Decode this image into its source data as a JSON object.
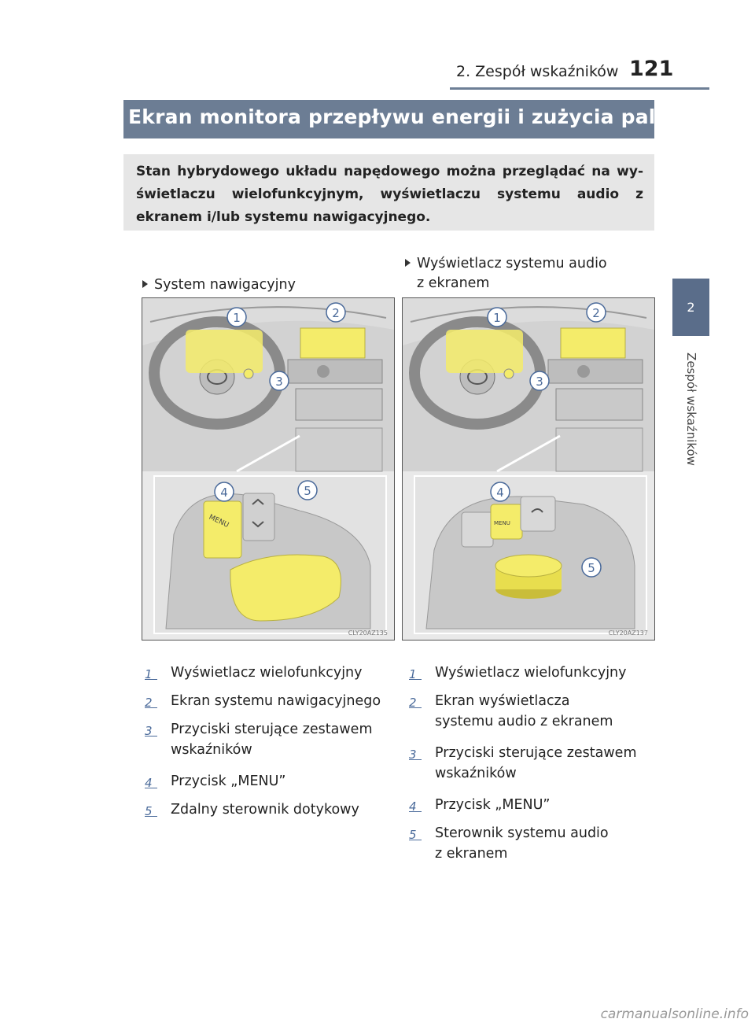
{
  "header": {
    "section": "2. Zespół wskaźników",
    "page_number": "121"
  },
  "side_tab": {
    "number": "2",
    "label": "Zespół wskaźników"
  },
  "title": "Ekran monitora przepływu energii i zużycia paliwa",
  "intro": "Stan hybrydowego układu napędowego można przeglądać na wy- świetlaczu wielofunkcyjnym, wyświetlaczu systemu audio z ekranem i/lub systemu nawigacyjnego.",
  "left": {
    "heading": "System nawigacyjny",
    "image_code": "CLY20AZ135",
    "items": [
      {
        "num": "1",
        "text": "Wyświetlacz wielofunkcyjny"
      },
      {
        "num": "2",
        "text": "Ekran systemu nawigacyjnego"
      },
      {
        "num": "3",
        "text": "Przyciski sterujące zestawem wskaźników"
      },
      {
        "num": "4",
        "text": "Przycisk „MENU”"
      },
      {
        "num": "5",
        "text": "Zdalny sterownik dotykowy"
      }
    ]
  },
  "right": {
    "heading_line1": "Wyświetlacz systemu audio",
    "heading_line2": "z ekranem",
    "image_code": "CLY20AZ137",
    "items": [
      {
        "num": "1",
        "text": "Wyświetlacz wielofunkcyjny"
      },
      {
        "num": "2",
        "text": "Ekran wyświetlacza systemu audio z ekranem"
      },
      {
        "num": "3",
        "text": "Przyciski sterujące zestawem wskaźników"
      },
      {
        "num": "4",
        "text": "Przycisk „MENU”"
      },
      {
        "num": "5",
        "text": "Sterownik systemu audio z ekranem"
      }
    ]
  },
  "callouts": [
    "1",
    "2",
    "3",
    "4",
    "5"
  ],
  "menu_button_label": "MENU",
  "watermark": "carmanualsonline.info",
  "colors": {
    "title_bar": "#6c7d94",
    "intro_box": "#e6e6e6",
    "highlight_yellow": "#f4ec6a",
    "callout_blue": "#4a6a9a"
  }
}
